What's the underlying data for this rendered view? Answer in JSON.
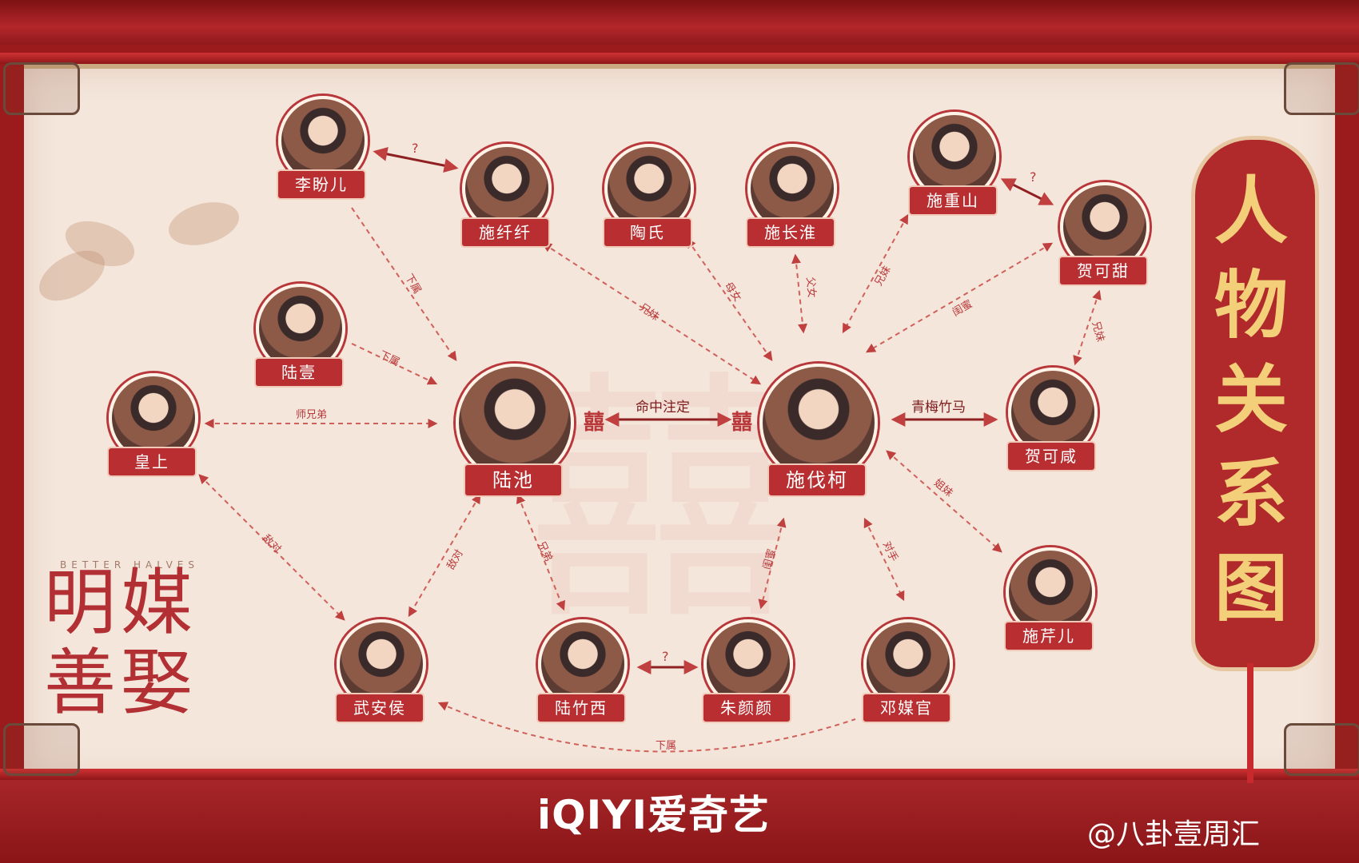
{
  "banner": {
    "title": "人物关系图"
  },
  "show": {
    "title_cn": "明媒善娶",
    "title_en": "BETTER HALVES"
  },
  "platform": {
    "name": "iQIYI爱奇艺"
  },
  "watermark": {
    "text": "@八卦壹周汇"
  },
  "background": {
    "glyph": "囍"
  },
  "xi_marks": {
    "left": "囍",
    "right": "囍"
  },
  "colors": {
    "accent": "#b92f31",
    "scroll": "#f4e6db",
    "title_gold": "#f3cf7a"
  },
  "nodes": [
    {
      "id": "li",
      "label": "李盼儿"
    },
    {
      "id": "shiqq",
      "label": "施纤纤"
    },
    {
      "id": "tao",
      "label": "陶氏"
    },
    {
      "id": "shicz",
      "label": "施长淮"
    },
    {
      "id": "shics",
      "label": "施重山"
    },
    {
      "id": "hekt",
      "label": "贺可甜"
    },
    {
      "id": "luy",
      "label": "陆壹"
    },
    {
      "id": "huang",
      "label": "皇上"
    },
    {
      "id": "luchi",
      "label": "陆池"
    },
    {
      "id": "shifk",
      "label": "施伐柯"
    },
    {
      "id": "hekx",
      "label": "贺可咸"
    },
    {
      "id": "shiqe",
      "label": "施芹儿"
    },
    {
      "id": "wuah",
      "label": "武安侯"
    },
    {
      "id": "luzx",
      "label": "陆竹西"
    },
    {
      "id": "zhuyy",
      "label": "朱颜颜"
    },
    {
      "id": "dengmg",
      "label": "邓媒官"
    }
  ],
  "relations": [
    {
      "label": "?"
    },
    {
      "label": "?"
    },
    {
      "label": "?"
    },
    {
      "label": "下属"
    },
    {
      "label": "下属"
    },
    {
      "label": "兄妹"
    },
    {
      "label": "母女"
    },
    {
      "label": "父女"
    },
    {
      "label": "兄妹"
    },
    {
      "label": "闺蜜"
    },
    {
      "label": "兄妹"
    },
    {
      "label": "师兄弟"
    },
    {
      "label": "命中注定"
    },
    {
      "label": "青梅竹马"
    },
    {
      "label": "敌对"
    },
    {
      "label": "敌对"
    },
    {
      "label": "兄弟"
    },
    {
      "label": "闺蜜"
    },
    {
      "label": "对手"
    },
    {
      "label": "姐妹"
    },
    {
      "label": "下属"
    }
  ]
}
